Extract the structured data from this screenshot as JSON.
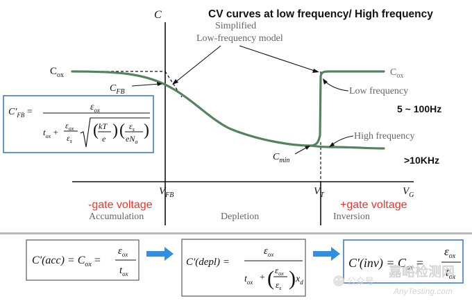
{
  "header": {
    "title": "CV curves at low frequency/ High frequency"
  },
  "plot": {
    "y_axis_label": "C",
    "x_axis_label": "V",
    "x_axis_subscript": "G",
    "cox_label": "C",
    "cox_subscript": "ox",
    "cox_right_label": "C",
    "cox_right_subscript": "ox",
    "cfb_label": "C",
    "cfb_subscript": "FB",
    "cmin_label": "C",
    "cmin_subscript": "min",
    "vfb_label": "V",
    "vfb_subscript": "FB",
    "vt_label": "V",
    "vt_subscript": "T"
  },
  "annotations": {
    "simplified_line1": "Simplified",
    "simplified_line2": "Low-frequency model",
    "low_frequency": "Low frequency",
    "low_frequency_range": "5 ~ 100Hz",
    "high_frequency": "High frequency",
    "high_frequency_range": ">10KHz"
  },
  "regions": {
    "neg_gate": "-gate voltage",
    "pos_gate": "+gate voltage",
    "accumulation": "Accumulation",
    "depletion": "Depletion",
    "inversion": "Inversion"
  },
  "formulas": {
    "cfb_lhs": "C'",
    "cfb_lhs_sub": "FB",
    "cfb_eps_ox": "ε",
    "cfb_eps_ox_sub": "ox",
    "cfb_tox": "t",
    "cfb_tox_sub": "ox",
    "cfb_kT": "kT",
    "cfb_e": "e",
    "cfb_eNa": "eN",
    "cfb_eNa_sub": "a",
    "cfb_eps_s": "ε",
    "cfb_eps_s_sub": "s",
    "acc_lhs": "C'(acc) = C",
    "acc_lhs_sub": "ox",
    "acc_eps": "ε",
    "acc_eps_sub": "ox",
    "acc_t": "t",
    "acc_t_sub": "ox",
    "depl_lhs": "C'(depl) =",
    "depl_eps": "ε",
    "depl_eps_sub": "ox",
    "depl_t": "t",
    "depl_t_sub": "ox",
    "depl_plus": "+",
    "depl_xd": "x",
    "depl_xd_sub": "d",
    "inv_lhs": "C'(inv) = C",
    "inv_lhs_sub": "ox",
    "inv_eps": "ε",
    "inv_eps_sub": "ox",
    "inv_t": "t",
    "inv_t_sub": "ox",
    "eq": "="
  },
  "watermark": {
    "channel_prefix": "公众号",
    "channel_suffix": "·",
    "brand_cn": "嘉峪检测网",
    "brand_en": "AnyTesting.com"
  },
  "colors": {
    "green_curve": "#55825f",
    "red_text": "#e8372f",
    "formula_border_blue": "#3f7fc0",
    "arrow_blue": "#2f8fe0"
  }
}
